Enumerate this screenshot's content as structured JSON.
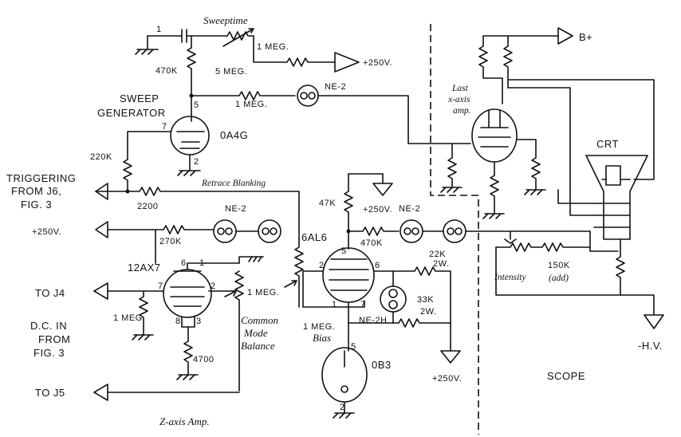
{
  "sections": {
    "sweeptime": "Sweeptime",
    "retrace_blanking": "Retrace Blanking",
    "last_x_axis_1": "Last",
    "last_x_axis_2": "x-axis",
    "last_x_axis_3": "amp.",
    "z_axis_amp": "Z-axis Amp.",
    "scope": "SCOPE",
    "common_mode_1": "Common",
    "common_mode_2": "Mode",
    "common_mode_3": "Balance",
    "intensity": "Intensity",
    "bias_1": "1 MEG.",
    "bias_2": "Bias"
  },
  "labels": {
    "sweep_gen_1": "SWEEP",
    "sweep_gen_2": "GENERATOR",
    "triggering_1": "TRIGGERING",
    "triggering_2": "FROM J6,",
    "triggering_3": "FIG. 3",
    "dc_in_1": "D.C. IN",
    "dc_in_2": "FROM",
    "dc_in_3": "FIG. 3",
    "to_j4": "TO J4",
    "to_j5": "TO J5",
    "plus250_left": "+250V.",
    "plus250_top": "+250V.",
    "plus250_mid": "+250V.",
    "plus250_bot": "+250V.",
    "b_plus": "B+",
    "minus_hv": "-H.V.",
    "crt": "CRT"
  },
  "components": {
    "cap_1": "1",
    "r_1meg_sweep": "1 MEG.",
    "r_5meg": "5 MEG.",
    "r_470k_a": "470K",
    "r_1meg_b": "1 MEG.",
    "r_220k": "220K",
    "r_2200": "2200",
    "r_270k": "270K",
    "r_1meg_c": "1 MEG.",
    "r_4700": "4700",
    "r_47k": "47K",
    "r_470k_b": "470K",
    "r_22k": "22K",
    "r_22k_w": "2W.",
    "r_33k": "33K",
    "r_33k_w": "2W.",
    "r_150k": "150K",
    "r_150k_note": "(add)",
    "tube_0a4g": "0A4G",
    "tube_12ax7": "12AX7",
    "tube_6al6": "6AL6",
    "tube_0b3": "0B3",
    "neon_ne2_a": "NE-2",
    "neon_ne2_b": "NE-2",
    "neon_ne2_c": "NE-2",
    "neon_ne2h": "NE-2H"
  },
  "pins": {
    "p5a": "5",
    "p7a": "7",
    "p2a": "2",
    "p6b": "6",
    "p1b": "1",
    "p7b": "7",
    "p2b": "2",
    "p8b": "8",
    "p3b": "3",
    "p5c": "5",
    "p6c": "6",
    "p2c": "2",
    "p1c": "1",
    "p7c": "7",
    "p5d": "5",
    "p2d": "2"
  }
}
